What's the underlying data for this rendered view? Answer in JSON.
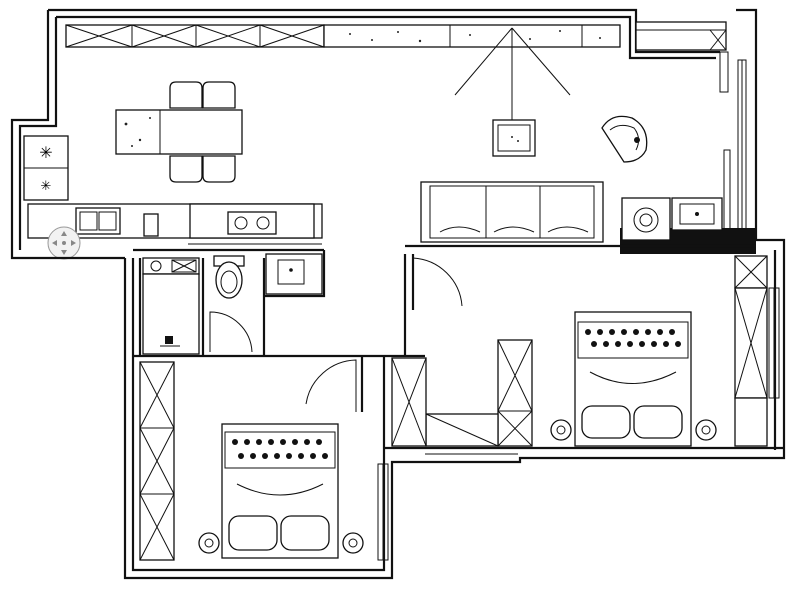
{
  "plan": {
    "rooms": [
      "living-dining",
      "kitchen",
      "bathroom",
      "master-bedroom",
      "second-bedroom",
      "balcony"
    ],
    "icons": [
      "navigation-control-icon",
      "stove-icon",
      "sink-icon",
      "toilet-icon",
      "wash-basin-icon",
      "washing-machine-icon",
      "armchair-icon",
      "tv-icon",
      "ceiling-light-icon"
    ]
  }
}
